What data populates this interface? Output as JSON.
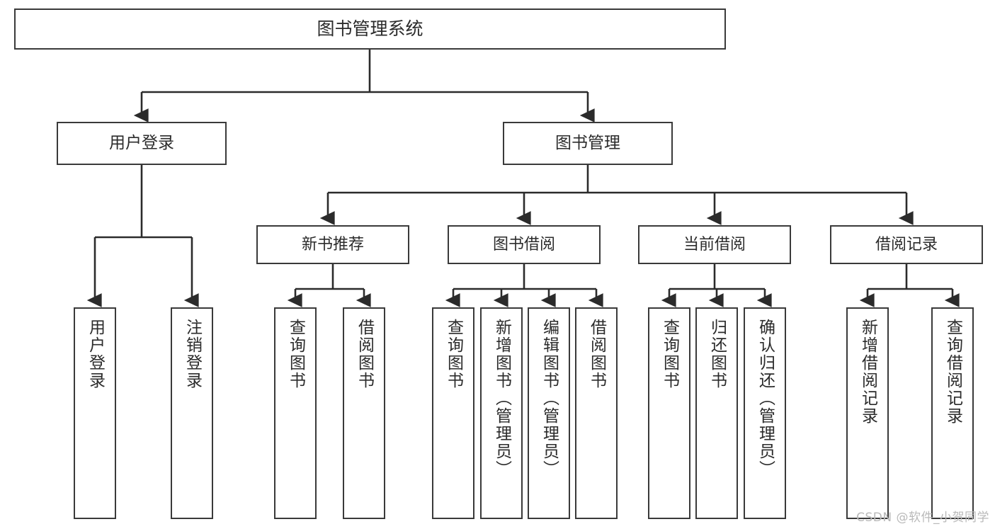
{
  "diagram": {
    "title": "图书管理系统",
    "type": "tree-hierarchy-diagram",
    "colors": {
      "box_border": "#3a3a3a",
      "box_fill": "#ffffff",
      "connector": "#2b2b2b",
      "background": "#ffffff",
      "watermark": "#b9b9b9"
    },
    "root": {
      "label": "图书管理系统"
    },
    "level2": [
      {
        "label": "用户登录"
      },
      {
        "label": "图书管理"
      }
    ],
    "level3": [
      {
        "label": "新书推荐"
      },
      {
        "label": "图书借阅"
      },
      {
        "label": "当前借阅"
      },
      {
        "label": "借阅记录"
      }
    ],
    "leaves": {
      "user_login": [
        {
          "label": "用户登录"
        },
        {
          "label": "注销登录"
        }
      ],
      "new_book_recommend": [
        {
          "label": "查询图书"
        },
        {
          "label": "借阅图书"
        }
      ],
      "book_borrow": [
        {
          "label": "查询图书"
        },
        {
          "label": "新增图书（管理员）"
        },
        {
          "label": "编辑图书（管理员）"
        },
        {
          "label": "借阅图书"
        }
      ],
      "current_borrow": [
        {
          "label": "查询图书"
        },
        {
          "label": "归还图书"
        },
        {
          "label": "确认归还（管理员）"
        }
      ],
      "borrow_record": [
        {
          "label": "新增借阅记录"
        },
        {
          "label": "查询借阅记录"
        }
      ]
    }
  },
  "watermark": {
    "text": "CSDN @软件_小贺同学"
  }
}
